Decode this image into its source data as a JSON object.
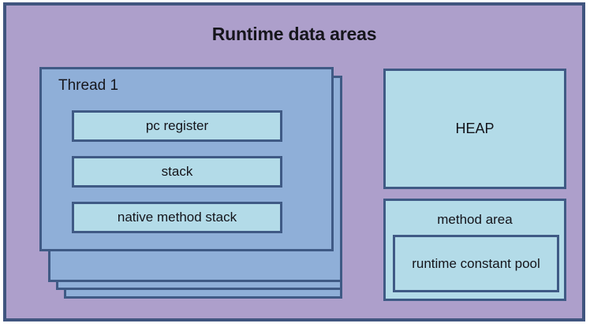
{
  "diagram": {
    "title": "Runtime data areas",
    "colors": {
      "outer_background": "#ad9fcb",
      "outer_border": "#40557f",
      "thread_card_fill": "#8fafd8",
      "memory_box_fill": "#b3dbe8",
      "box_border": "#3f5a85",
      "text": "#14141a"
    },
    "thread_stack": {
      "label": "Thread 1",
      "card_count": 4,
      "regions": [
        {
          "label": "pc register"
        },
        {
          "label": "stack"
        },
        {
          "label": "native method stack"
        }
      ]
    },
    "shared_areas": {
      "heap": {
        "label": "HEAP"
      },
      "method_area": {
        "label": "method area",
        "runtime_constant_pool": {
          "label": "runtime constant pool"
        }
      }
    }
  }
}
